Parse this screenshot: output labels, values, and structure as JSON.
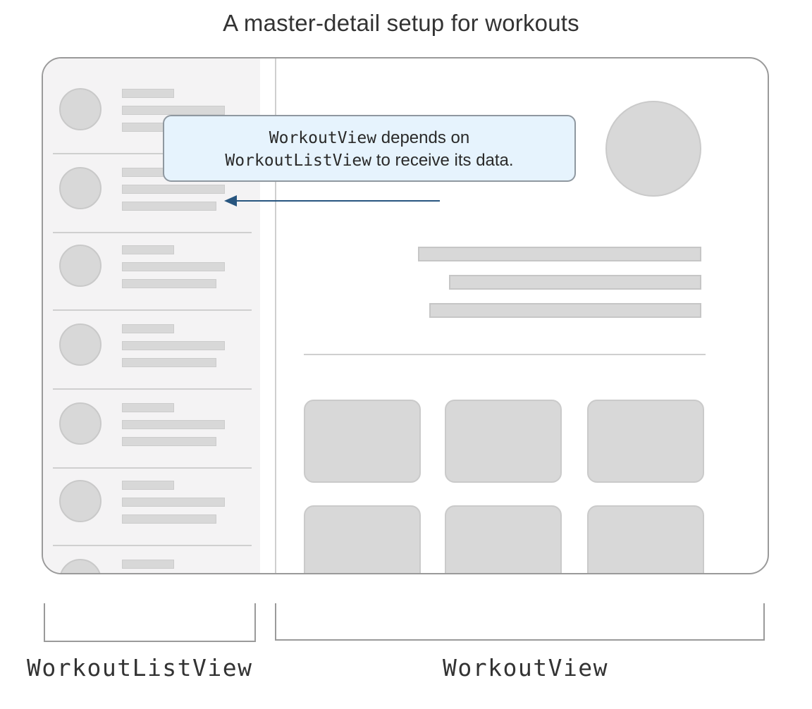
{
  "title": "A master-detail setup for workouts",
  "callout": {
    "line1_code": "WorkoutView",
    "line1_text": " depends on",
    "line2_code": "WorkoutListView",
    "line2_text": " to receive its data."
  },
  "labels": {
    "master": "WorkoutListView",
    "detail": "WorkoutView"
  },
  "colors": {
    "arrow": "#27557f",
    "callout_fill": "#e6f3fd",
    "placeholder": "#d8d8d8",
    "master_background": "#f4f3f4"
  }
}
